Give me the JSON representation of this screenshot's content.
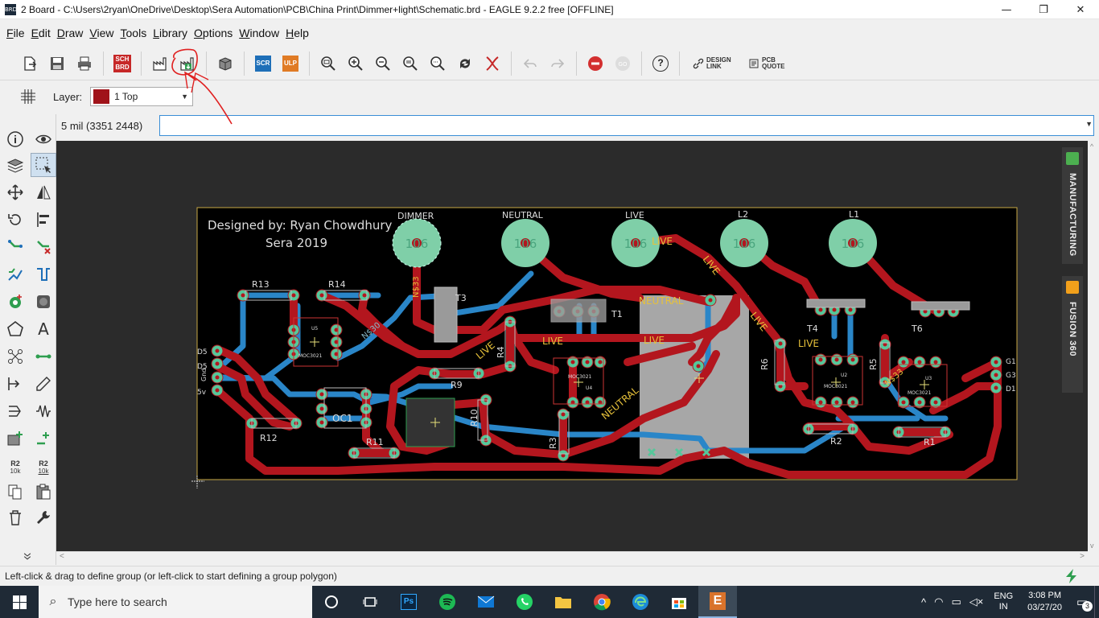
{
  "window": {
    "title": "2 Board - C:\\Users\\2ryan\\OneDrive\\Desktop\\Sera Automation\\PCB\\China Print\\Dimmer+light\\Schematic.brd - EAGLE 9.2.2 free [OFFLINE]",
    "app_icon_text": "BRD",
    "minimize": "—",
    "restore": "❐",
    "close": "✕"
  },
  "menu": [
    "File",
    "Edit",
    "Draw",
    "View",
    "Tools",
    "Library",
    "Options",
    "Window",
    "Help"
  ],
  "toolbar": {
    "sch_brd_top": "SCH",
    "sch_brd_bottom": "BRD",
    "scr_label": "SCR",
    "ulp_label": "ULP",
    "design_link_1": "DESIGN",
    "design_link_2": "LINK",
    "pcb_quote_1": "PCB",
    "pcb_quote_2": "QUOTE",
    "help_label": "?"
  },
  "layerbar": {
    "label": "Layer:",
    "selected_layer": "1 Top",
    "layer_color": "#a0131a"
  },
  "command": {
    "coordinate": "5 mil (3351 2448)",
    "input_value": ""
  },
  "leftpanel": {
    "r2_label": "R2",
    "r2_value": "10k",
    "r2b_label": "R2",
    "r2b_value": "10k",
    "text_tool": "A"
  },
  "board": {
    "credit_line1": "Designed by: Ryan Chowdhury",
    "credit_line2": "Sera 2019",
    "terminal_labels": [
      "DIMMER",
      "NEUTRAL",
      "LIVE",
      "L2",
      "L1"
    ],
    "pad_text": "106",
    "trace_labels": {
      "live1": "LIVE",
      "live2": "LIVE",
      "live3": "LIVE",
      "live4": "LIVE",
      "live5": "LIVE",
      "live6": "LIVE",
      "live7": "LIVE",
      "neutral1": "NEUTRAL",
      "neutral2": "NEUTRAL",
      "n33a": "N$33",
      "n33b": "N$33",
      "n30": "N$30"
    },
    "components": {
      "r13": "R13",
      "r14": "R14",
      "r12": "R12",
      "r11": "R11",
      "r9": "R9",
      "r10": "R10",
      "r4": "R4",
      "r3": "R3",
      "r6": "R6",
      "r5": "R5",
      "r2": "R2",
      "r1": "R1",
      "oc1": "OC1",
      "t1": "T1",
      "t3": "T3",
      "t4": "T4",
      "t6": "T6",
      "moc_a": "MOC3021",
      "moc_b": "MOC3021",
      "moc_c": "MOC3021",
      "moc_d": "MOC3021",
      "u5": "U5",
      "u4": "U4",
      "u2": "U2",
      "u3": "U3",
      "d5a": "D5",
      "d5b": "D5",
      "gnd": "Gnd",
      "v5": "5v",
      "g1": "G1",
      "g3": "G3",
      "d1": "D1",
      "r5b": "R5"
    }
  },
  "sidetabs": {
    "manufacturing": "MANUFACTURING",
    "fusion": "FUSION 360"
  },
  "status": {
    "text": "Left-click & drag to define group (or left-click to start defining a group polygon)"
  },
  "taskbar": {
    "search_placeholder": "Type here to search",
    "lang1": "ENG",
    "lang2": "IN",
    "time": "3:08 PM",
    "date": "03/27/20",
    "notifications": "3"
  }
}
